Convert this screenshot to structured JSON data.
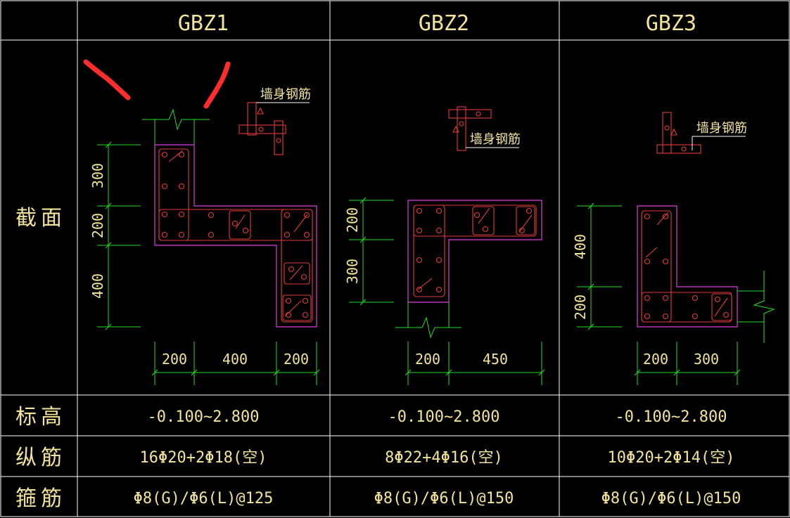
{
  "table": {
    "columns": [
      {
        "id": "gbz1",
        "header": "GBZ1",
        "elevation": "-0.100~2.800",
        "longitudinal": "16Φ20+2Φ18(空)",
        "stirrup": "Φ8(G)/Φ6(L)@125",
        "note": "墙身钢筋",
        "vertical_dims": [
          "300",
          "200",
          "400"
        ],
        "horizontal_dims": [
          "200",
          "400",
          "200"
        ]
      },
      {
        "id": "gbz2",
        "header": "GBZ2",
        "elevation": "-0.100~2.800",
        "longitudinal": "8Φ22+4Φ16(空)",
        "stirrup": "Φ8(G)/Φ6(L)@150",
        "note": "墙身钢筋",
        "vertical_dims": [
          "200",
          "300"
        ],
        "horizontal_dims": [
          "200",
          "450"
        ]
      },
      {
        "id": "gbz3",
        "header": "GBZ3",
        "elevation": "-0.100~2.800",
        "longitudinal": "10Φ20+2Φ14(空)",
        "stirrup": "Φ8(G)/Φ6(L)@150",
        "note": "墙身钢筋",
        "vertical_dims": [
          "400",
          "200"
        ],
        "horizontal_dims": [
          "200",
          "300"
        ]
      }
    ],
    "row_labels": {
      "section": "截面",
      "elevation": "标高",
      "longitudinal": "纵筋",
      "stirrup": "箍筋"
    }
  },
  "colors": {
    "background": "#000000",
    "grid": "#ffffff",
    "text": "#f2e49a",
    "outline": "#d93fd9",
    "rebar": "#e53a3a",
    "dimension": "#22dd22",
    "markup": "#ff2d2d"
  }
}
